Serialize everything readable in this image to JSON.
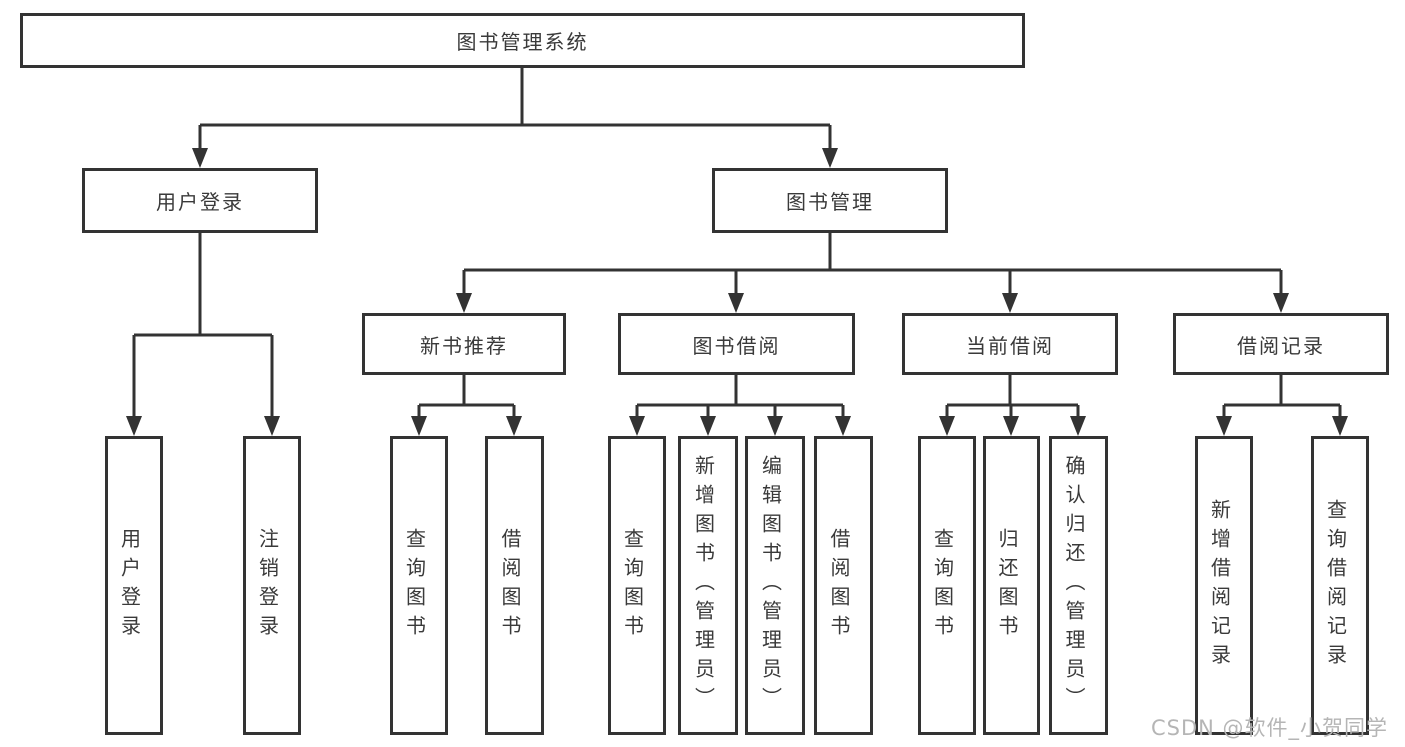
{
  "diagram": {
    "type": "org-tree",
    "root": {
      "label": "图书管理系统"
    },
    "branches": [
      {
        "label": "用户登录",
        "children": [
          {
            "label": "用户登录"
          },
          {
            "label": "注销登录"
          }
        ]
      },
      {
        "label": "图书管理",
        "children": [
          {
            "label": "新书推荐",
            "children": [
              {
                "label": "查询图书"
              },
              {
                "label": "借阅图书"
              }
            ]
          },
          {
            "label": "图书借阅",
            "children": [
              {
                "label": "查询图书"
              },
              {
                "label": "新增图书（管理员）"
              },
              {
                "label": "编辑图书（管理员）"
              },
              {
                "label": "借阅图书"
              }
            ]
          },
          {
            "label": "当前借阅",
            "children": [
              {
                "label": "查询图书"
              },
              {
                "label": "归还图书"
              },
              {
                "label": "确认归还（管理员）"
              }
            ]
          },
          {
            "label": "借阅记录",
            "children": [
              {
                "label": "新增借阅记录"
              },
              {
                "label": "查询借阅记录"
              }
            ]
          }
        ]
      }
    ]
  },
  "watermark": {
    "text": "CSDN @软件_小贺同学"
  },
  "colors": {
    "line": "#333333",
    "text": "#3a3a3a",
    "box_bg": "#ffffff",
    "background": "#ffffff",
    "watermark": "#b5b5b5"
  }
}
